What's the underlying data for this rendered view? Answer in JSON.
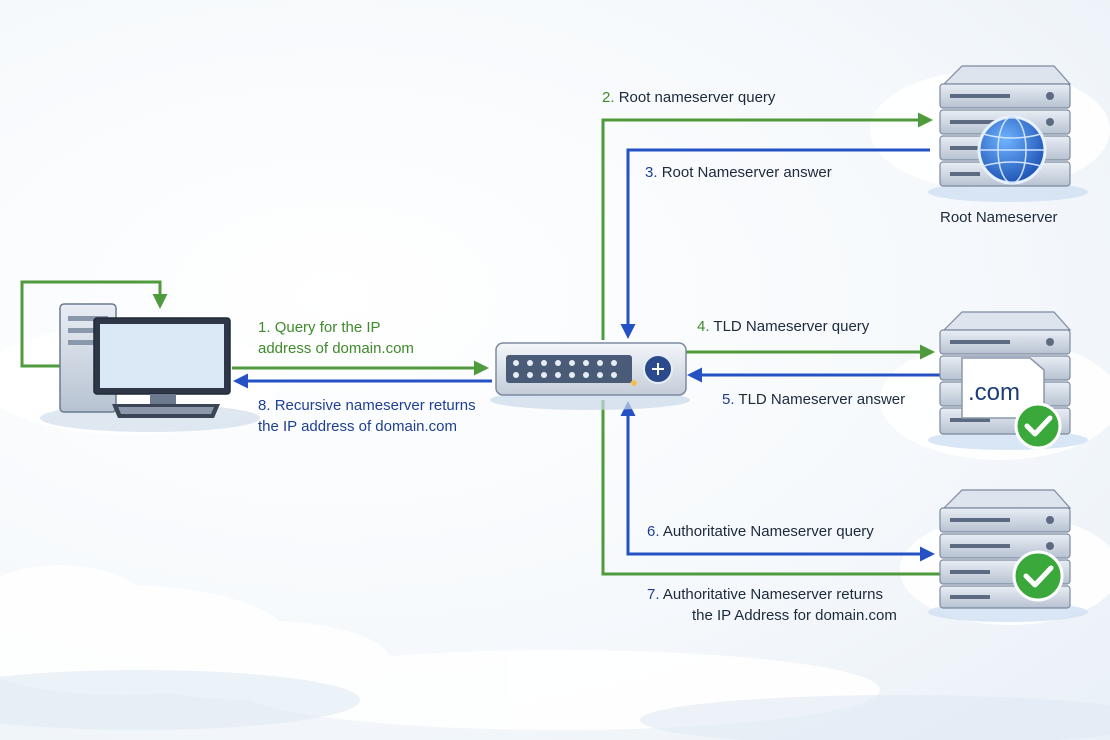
{
  "labels": {
    "step1_num": "1.",
    "step1_line1": "Query for the IP",
    "step1_line2": "address of domain.com",
    "step2_num": "2.",
    "step2": "Root nameserver query",
    "step3_num": "3.",
    "step3": "Root Nameserver answer",
    "step4_num": "4.",
    "step4": "TLD Nameserver query",
    "step5_num": "5.",
    "step5": "TLD Nameserver answer",
    "step6_num": "6.",
    "step6": "Authoritative Nameserver query",
    "step7_num": "7.",
    "step7_line1": "Authoritative Nameserver returns",
    "step7_line2": "the IP Address for domain.com",
    "step8_num": "8.",
    "step8_line1": "Recursive nameserver returns",
    "step8_line2": "the IP address of domain.com"
  },
  "nodes": {
    "root_caption": "Root Nameserver",
    "tld_badge": ".com"
  },
  "colors": {
    "query_arrow": "#4f9a3c",
    "answer_arrow": "#2452c4",
    "check_badge": "#3aa83a"
  }
}
